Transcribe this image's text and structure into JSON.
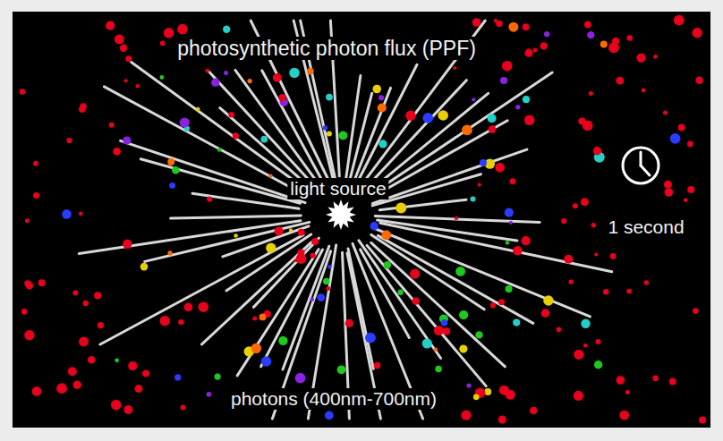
{
  "diagram": {
    "title": "photosynthetic photon flux (PPF)",
    "labels": [
      "light source",
      "1 second",
      "photons (400nm-700nm)"
    ]
  }
}
